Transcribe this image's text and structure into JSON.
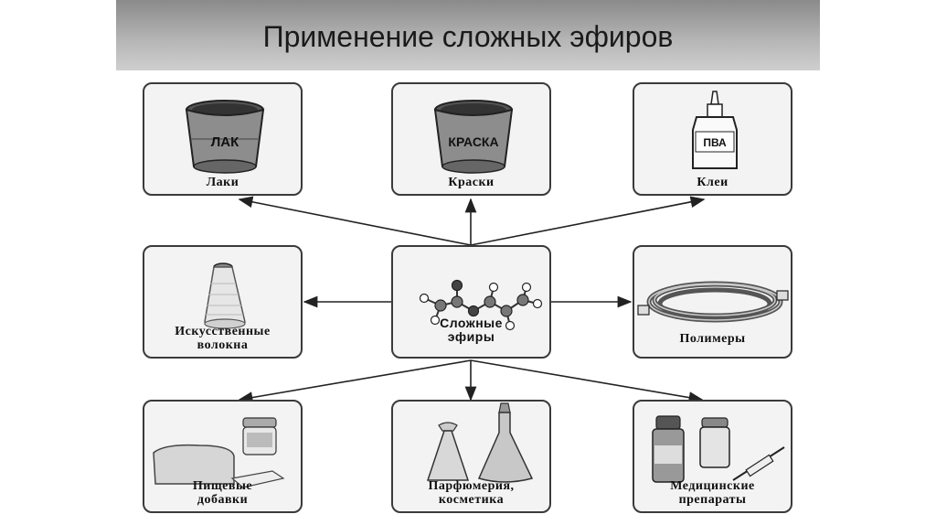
{
  "title": "Применение сложных эфиров",
  "center": {
    "label_line1": "Сложные",
    "label_line2": "эфиры"
  },
  "boxes": {
    "lacquers": {
      "label": "Лаки",
      "tag": "ЛАК"
    },
    "paints": {
      "label": "Краски",
      "tag": "КРАСКА"
    },
    "glues": {
      "label": "Клеи",
      "tag": "ПВА"
    },
    "fibers": {
      "label_line1": "Искусственные",
      "label_line2": "волокна"
    },
    "polymers": {
      "label": "Полимеры"
    },
    "food": {
      "label_line1": "Пищевые",
      "label_line2": "добавки"
    },
    "perfume": {
      "label_line1": "Парфюмерия,",
      "label_line2": "косметика"
    },
    "medicine": {
      "label_line1": "Медицинские",
      "label_line2": "препараты"
    }
  }
}
